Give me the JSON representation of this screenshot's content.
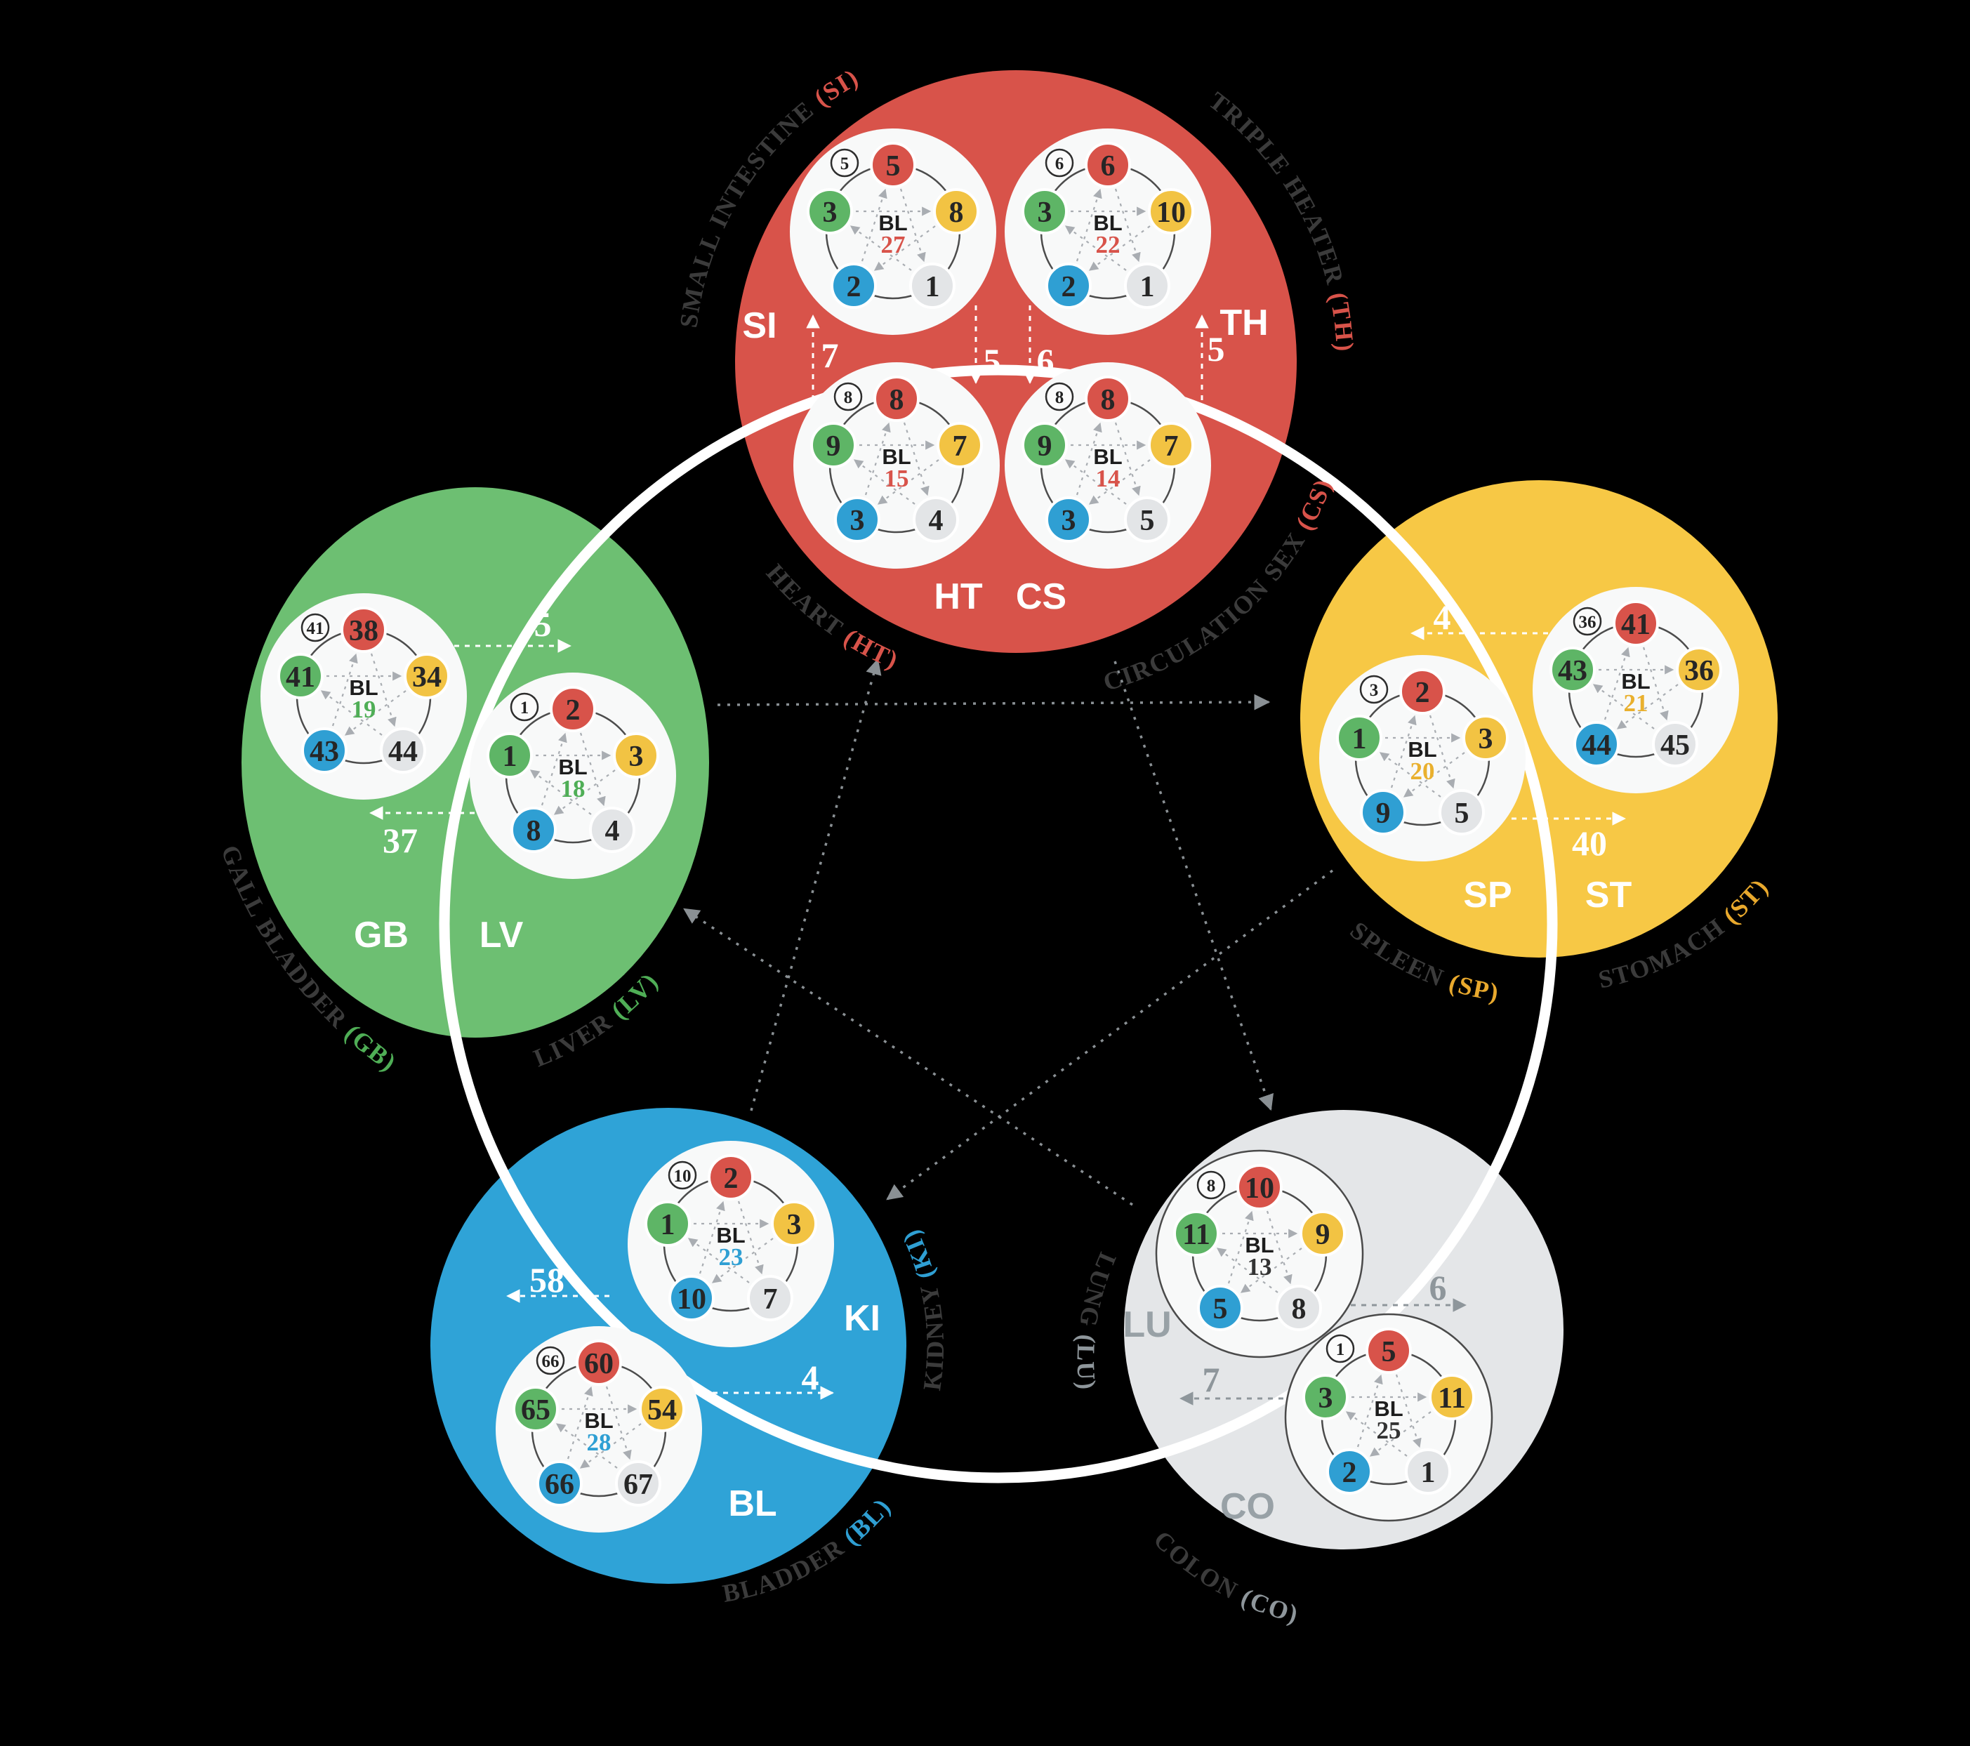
{
  "bl_prefix": "BL",
  "palette": {
    "fire": "#d8534a",
    "wood": "#5eb566",
    "earth": "#f2c343",
    "water": "#2f9fd3",
    "metal": "#e3e5e7",
    "background": "#000000",
    "ring": "#ffffff",
    "label_dark": "#3b3b3b"
  },
  "wheels": {
    "si": {
      "entry": "5",
      "fire": "5",
      "earth": "8",
      "metal": "1",
      "water": "2",
      "wood": "3",
      "bl": "27"
    },
    "th": {
      "entry": "6",
      "fire": "6",
      "earth": "10",
      "metal": "1",
      "water": "2",
      "wood": "3",
      "bl": "22"
    },
    "ht": {
      "entry": "8",
      "fire": "8",
      "earth": "7",
      "metal": "4",
      "water": "3",
      "wood": "9",
      "bl": "15"
    },
    "cs": {
      "entry": "8",
      "fire": "8",
      "earth": "7",
      "metal": "5",
      "water": "3",
      "wood": "9",
      "bl": "14"
    },
    "gb": {
      "entry": "41",
      "fire": "38",
      "earth": "34",
      "metal": "44",
      "water": "43",
      "wood": "41",
      "bl": "19"
    },
    "lv": {
      "entry": "1",
      "fire": "2",
      "earth": "3",
      "metal": "4",
      "water": "8",
      "wood": "1",
      "bl": "18"
    },
    "sp": {
      "entry": "3",
      "fire": "2",
      "earth": "3",
      "metal": "5",
      "water": "9",
      "wood": "1",
      "bl": "20"
    },
    "st": {
      "entry": "36",
      "fire": "41",
      "earth": "36",
      "metal": "45",
      "water": "44",
      "wood": "43",
      "bl": "21"
    },
    "ki": {
      "entry": "10",
      "fire": "2",
      "earth": "3",
      "metal": "7",
      "water": "10",
      "wood": "1",
      "bl": "23"
    },
    "bl": {
      "entry": "66",
      "fire": "60",
      "earth": "54",
      "metal": "67",
      "water": "66",
      "wood": "65",
      "bl": "28"
    },
    "lu": {
      "entry": "8",
      "fire": "10",
      "earth": "9",
      "metal": "8",
      "water": "5",
      "wood": "11",
      "bl": "13"
    },
    "co": {
      "entry": "1",
      "fire": "5",
      "earth": "11",
      "metal": "1",
      "water": "2",
      "wood": "3",
      "bl": "25"
    }
  },
  "inner_labels": {
    "si": "SI",
    "th": "TH",
    "ht": "HT",
    "cs": "CS",
    "gb": "GB",
    "lv": "LV",
    "sp": "SP",
    "st": "ST",
    "ki": "KI",
    "bl": "BL",
    "lu": "LU",
    "co": "CO"
  },
  "meridian_labels": {
    "si": {
      "name": "SMALL INTESTINE ",
      "abbr": "(SI)"
    },
    "th": {
      "name": "TRIPLE HEATER ",
      "abbr": "(TH)"
    },
    "ht": {
      "name": "HEART ",
      "abbr": "(HT)"
    },
    "cs": {
      "name": "CIRCULATION SEX ",
      "abbr": "(CS)"
    },
    "gb": {
      "name": "GALL BLADDER ",
      "abbr": "(GB)"
    },
    "lv": {
      "name": "LIVER ",
      "abbr": "(LV)"
    },
    "sp": {
      "name": "SPLEEN ",
      "abbr": "(SP)"
    },
    "st": {
      "name": "STOMACH ",
      "abbr": "(ST)"
    },
    "ki": {
      "name": "KIDNEY ",
      "abbr": "(KI)"
    },
    "bl": {
      "name": "BLADDER ",
      "abbr": "(BL)"
    },
    "lu": {
      "name": "LUNG ",
      "abbr": "(LU)"
    },
    "co": {
      "name": "COLON ",
      "abbr": "(CO)"
    }
  },
  "link_points": {
    "fire_up_left": "7",
    "fire_down_left": "5",
    "fire_down_right": "6",
    "fire_up_right": "5",
    "wood_right": "5",
    "wood_left": "37",
    "earth_left": "4",
    "earth_right": "40",
    "water_left": "58",
    "water_right": "4",
    "metal_right": "6",
    "metal_left": "7"
  }
}
